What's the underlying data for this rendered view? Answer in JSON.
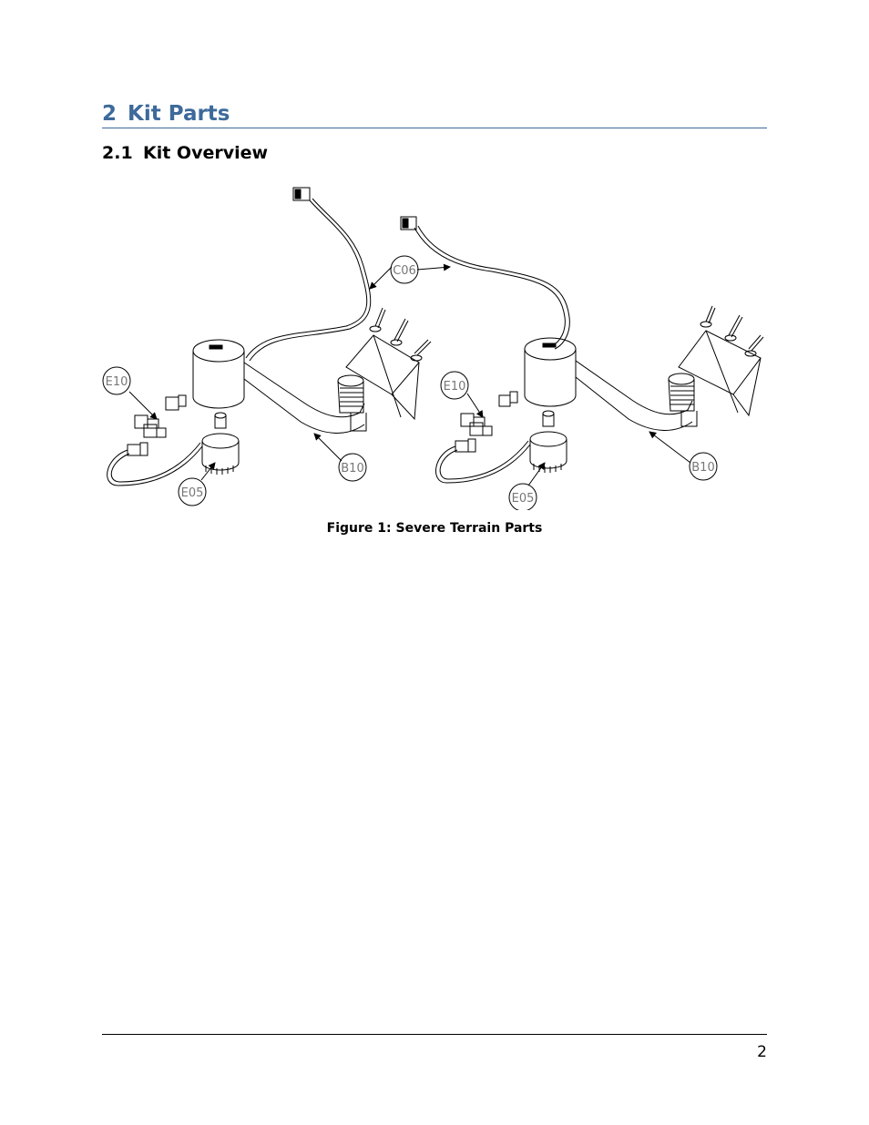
{
  "heading1": {
    "number": "2",
    "title": "Kit Parts"
  },
  "heading2": {
    "number": "2.1",
    "title": "Kit Overview"
  },
  "figure": {
    "caption": "Figure 1: Severe Terrain Parts",
    "callouts": {
      "c06": "C06",
      "e10_left": "E10",
      "e05_left": "E05",
      "b10_left": "B10",
      "e10_right": "E10",
      "e05_right": "E05",
      "b10_right": "B10"
    }
  },
  "footer": {
    "page_number": "2"
  },
  "colors": {
    "heading_blue": "#3d6a9a"
  }
}
